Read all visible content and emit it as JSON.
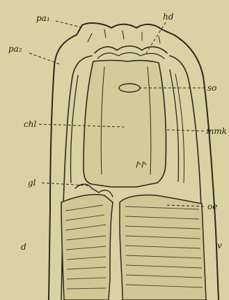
{
  "figure": {
    "labels": {
      "pa1": "pa₁",
      "pa2": "pa₂",
      "hd": "hd",
      "so": "so",
      "chl": "chl",
      "mmk": "mmk",
      "gl": "gl",
      "oe": "oe",
      "d": "d",
      "v": "v"
    },
    "colors": {
      "paper": "#d9d2a2",
      "shade": "#c7c08f",
      "ink": "#2c281c"
    }
  }
}
